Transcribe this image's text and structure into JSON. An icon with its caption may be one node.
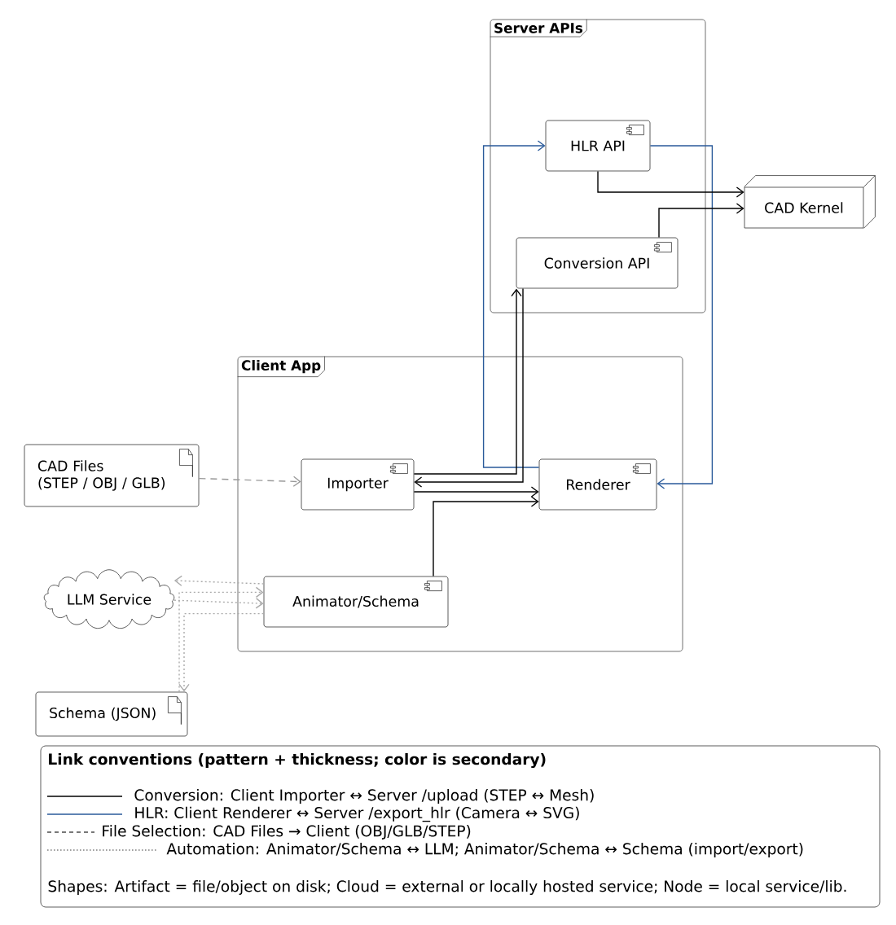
{
  "diagram": {
    "nodes": [
      {
        "text": [
          "Server APIs"
        ]
      },
      {
        "text": [
          "HLR API"
        ],
        "in": 0
      },
      {
        "text": [
          "Conversion API"
        ],
        "in": 0
      },
      {
        "text": [
          "CAD Kernel"
        ]
      },
      {
        "text": [
          "Client App"
        ]
      },
      {
        "text": [
          "CAD Files (STEP / OBJ / GLB)"
        ]
      },
      {
        "text": [
          "Importer"
        ],
        "in": 4
      },
      {
        "text": [
          "Renderer"
        ],
        "in": 4
      },
      {
        "text": [
          "LLM Service"
        ]
      },
      {
        "text": [
          "Animator/Schema"
        ],
        "in": 4
      },
      {
        "text": [
          "Schema (JSON)"
        ]
      }
    ],
    "edges": [
      {
        "from": 7,
        "to": 1,
        "arrow": "to",
        "color": "#2a5a9a"
      },
      {
        "from": 1,
        "to": 7,
        "arrow": "to",
        "color": "#2a5a9a"
      },
      {
        "from": 1,
        "to": 3,
        "arrow": "to"
      },
      {
        "from": 2,
        "to": 3,
        "arrow": "to"
      },
      {
        "from": 6,
        "to": 2,
        "arrow": "to"
      },
      {
        "from": 2,
        "to": 6,
        "arrow": "to"
      },
      {
        "from": 6,
        "to": 7,
        "arrow": "to"
      },
      {
        "from": 9,
        "to": 7,
        "arrow": "to"
      },
      {
        "from": 5,
        "to": 6,
        "arrow": "to",
        "style": "dashed",
        "color": "#999999"
      },
      {
        "from": 9,
        "to": 8,
        "arrow": "to",
        "style": "dashed",
        "color": "#aaaaaa"
      },
      {
        "from": 10,
        "to": 9,
        "arrow": "to",
        "style": "dashed",
        "color": "#aaaaaa"
      },
      {
        "from": 8,
        "to": 9,
        "arrow": "to",
        "style": "dashed",
        "color": "#aaaaaa"
      },
      {
        "from": 9,
        "to": 10,
        "arrow": "to",
        "style": "dashed",
        "color": "#aaaaaa"
      }
    ],
    "labels": [
      "Link conventions (pattern + thickness; color is secondary)",
      "Shapes: Artifact = file/object on disk; Cloud = external or locally hosted service; Node = local service/lib."
    ],
    "legend": [
      {
        "text": "Conversion: Client Importer ↔ Server /upload (STEP ↔ Mesh)"
      },
      {
        "text": "HLR: Client Renderer ↔ Server /export_hlr (Camera ↔ SVG)"
      },
      {
        "text": "File Selection: CAD Files → Client (OBJ/GLB/STEP)"
      },
      {
        "text": "Automation: Animator/Schema ↔ LLM; Animator/Schema ↔ Schema (import/export)"
      }
    ]
  }
}
